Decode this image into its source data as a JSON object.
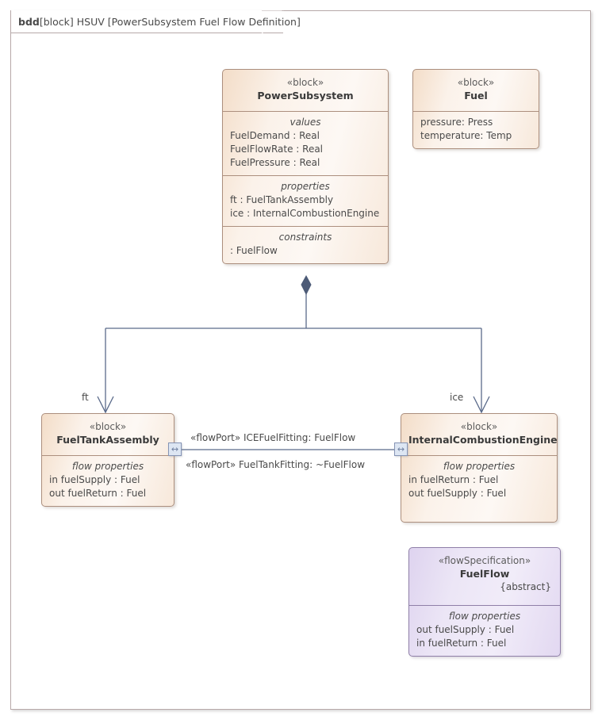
{
  "frame": {
    "prefix": "bdd",
    "label": "[block] HSUV [PowerSubsystem Fuel Flow Definition]"
  },
  "blocks": {
    "power_subsystem": {
      "stereotype": "«left»",
      "stereotype_text": "«block»",
      "name": "PowerSubsystem",
      "compartments": [
        {
          "title": "values",
          "items": [
            "FuelDemand : Real",
            "FuelFlowRate : Real",
            "FuelPressure : Real"
          ]
        },
        {
          "title": "properties",
          "items": [
            "ft : FuelTankAssembly",
            "ice : InternalCombustionEngine"
          ]
        },
        {
          "title": "constraints",
          "items": [
            " : FuelFlow"
          ]
        }
      ]
    },
    "fuel": {
      "stereotype_text": "«block»",
      "name": "Fuel",
      "compartments": [
        {
          "title": "",
          "items": [
            "pressure: Press",
            "temperature: Temp"
          ]
        }
      ]
    },
    "fuel_tank_assembly": {
      "stereotype_text": "«block»",
      "name": "FuelTankAssembly",
      "compartments": [
        {
          "title": "flow properties",
          "items": [
            "in fuelSupply : Fuel",
            "out fuelReturn : Fuel"
          ]
        }
      ]
    },
    "internal_combustion_engine": {
      "stereotype_text": "«block»",
      "name": "InternalCombustionEngine",
      "compartments": [
        {
          "title": "flow properties",
          "items": [
            "in fuelReturn : Fuel",
            "out fuelSupply : Fuel"
          ]
        }
      ]
    },
    "fuel_flow": {
      "stereotype_text": "«flowSpecification»",
      "name": "FuelFlow",
      "abstract": "{abstract}",
      "compartments": [
        {
          "title": "flow properties",
          "items": [
            "out fuelSupply : Fuel",
            "in fuelReturn : Fuel"
          ]
        }
      ]
    }
  },
  "connectors": {
    "ice_fuel_fitting": "«flowPort» ICEFuelFitting: FuelFlow",
    "fuel_tank_fitting": "«flowPort» FuelTankFitting: ~FuelFlow",
    "role_ft": "ft",
    "role_ice": "ice"
  },
  "ports": {
    "flow_port_glyph": "↔"
  },
  "colors": {
    "block_border": "#ac8f7e",
    "block_fill": "#fbf1e8",
    "spec_border": "#8f7fa8",
    "spec_fill": "#ece6f6",
    "frame_border": "#b7a9a9",
    "connector": "#5a6a8a",
    "port_fill": "#dde6f3",
    "port_border": "#8594b5"
  }
}
